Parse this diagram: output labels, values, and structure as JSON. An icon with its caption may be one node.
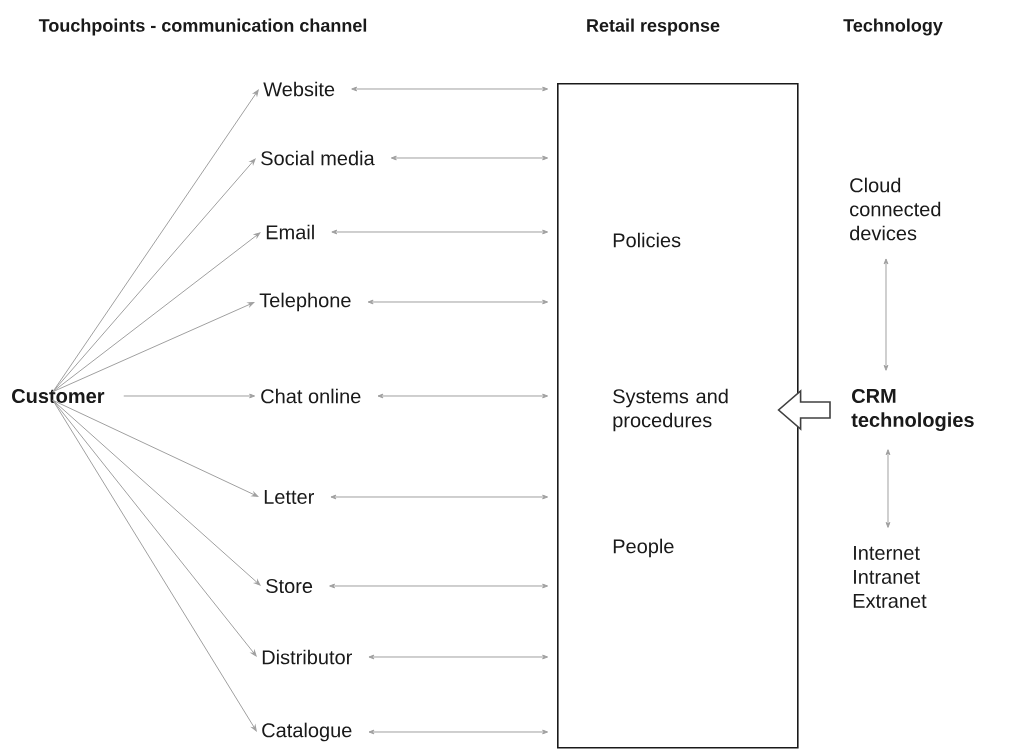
{
  "diagram": {
    "nodes": [
      {
        "text": [
          "Customer"
        ]
      },
      {
        "text": [
          "Website"
        ]
      },
      {
        "text": [
          "Social media"
        ]
      },
      {
        "text": [
          "Email"
        ]
      },
      {
        "text": [
          "Telephone"
        ]
      },
      {
        "text": [
          "Chat online"
        ]
      },
      {
        "text": [
          "Letter"
        ]
      },
      {
        "text": [
          "Store"
        ]
      },
      {
        "text": [
          "Distributor"
        ]
      },
      {
        "text": [
          "Catalogue"
        ]
      },
      {
        "text": [
          "Policies",
          "Systems and procedures",
          "People"
        ]
      },
      {
        "text": [
          "Cloud connected devices"
        ]
      },
      {
        "text": [
          "CRM technologies"
        ]
      },
      {
        "text": [
          "Internet Intranet Extranet"
        ]
      }
    ],
    "edges": [
      {
        "from": 0,
        "to": 1,
        "arrow": "to"
      },
      {
        "from": 0,
        "to": 2,
        "arrow": "to"
      },
      {
        "from": 0,
        "to": 3,
        "arrow": "to"
      },
      {
        "from": 0,
        "to": 4,
        "arrow": "to"
      },
      {
        "from": 0,
        "to": 5,
        "arrow": "to"
      },
      {
        "from": 0,
        "to": 6,
        "arrow": "to"
      },
      {
        "from": 0,
        "to": 7,
        "arrow": "to"
      },
      {
        "from": 0,
        "to": 8,
        "arrow": "to"
      },
      {
        "from": 0,
        "to": 9,
        "arrow": "to"
      },
      {
        "from": 1,
        "to": 10,
        "arrow": "both"
      },
      {
        "from": 2,
        "to": 10,
        "arrow": "both"
      },
      {
        "from": 3,
        "to": 10,
        "arrow": "both"
      },
      {
        "from": 4,
        "to": 10,
        "arrow": "both"
      },
      {
        "from": 5,
        "to": 10,
        "arrow": "both"
      },
      {
        "from": 6,
        "to": 10,
        "arrow": "both"
      },
      {
        "from": 7,
        "to": 10,
        "arrow": "both"
      },
      {
        "from": 8,
        "to": 10,
        "arrow": "both"
      },
      {
        "from": 9,
        "to": 10,
        "arrow": "both"
      },
      {
        "from": 12,
        "to": 10,
        "arrow": "to",
        "style": "thick",
        "color": "#404040"
      },
      {
        "from": 11,
        "to": 12,
        "arrow": "both"
      },
      {
        "from": 12,
        "to": 13,
        "arrow": "both"
      }
    ],
    "labels": [
      "Touchpoints - communication channel",
      "Retail response",
      "Technology"
    ]
  }
}
